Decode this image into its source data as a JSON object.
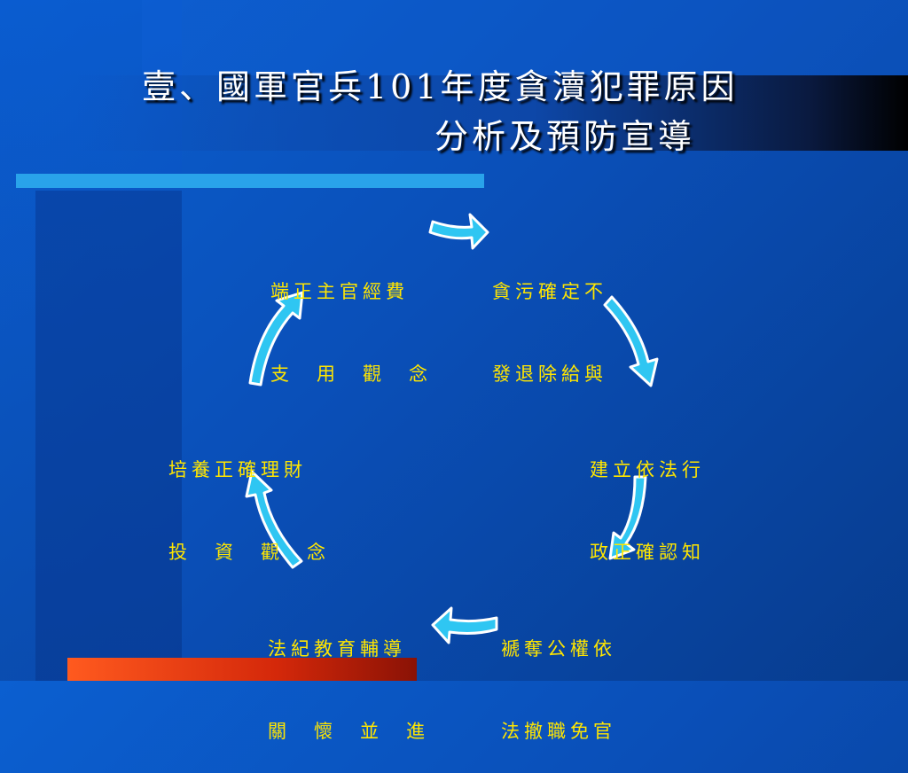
{
  "title": {
    "line1": "壹、國軍官兵101年度貪瀆犯罪原因",
    "line2": "分析及預防宣導"
  },
  "nodes": [
    {
      "id": "top-left",
      "line1": "端正主官經費",
      "line2": "支　用　觀　念"
    },
    {
      "id": "top-right",
      "line1": "貪污確定不",
      "line2": "發退除給與"
    },
    {
      "id": "right",
      "line1": "建立依法行",
      "line2": "政正確認知"
    },
    {
      "id": "bottom-right",
      "line1": "褫奪公權依",
      "line2": "法撤職免官"
    },
    {
      "id": "bottom-left",
      "line1": "法紀教育輔導",
      "line2": "關　懷　並　進"
    },
    {
      "id": "left",
      "line1": "培養正確理財",
      "line2": "投　資　觀　念"
    }
  ],
  "colors": {
    "node_text": "#ffe600",
    "arrow_fill": "#2fc6f2",
    "arrow_stroke": "#ffffff",
    "accent_rule": "#29a3ea",
    "footer_bar": "#e03a10"
  },
  "arrow_icon": "curved-arrow-icon"
}
